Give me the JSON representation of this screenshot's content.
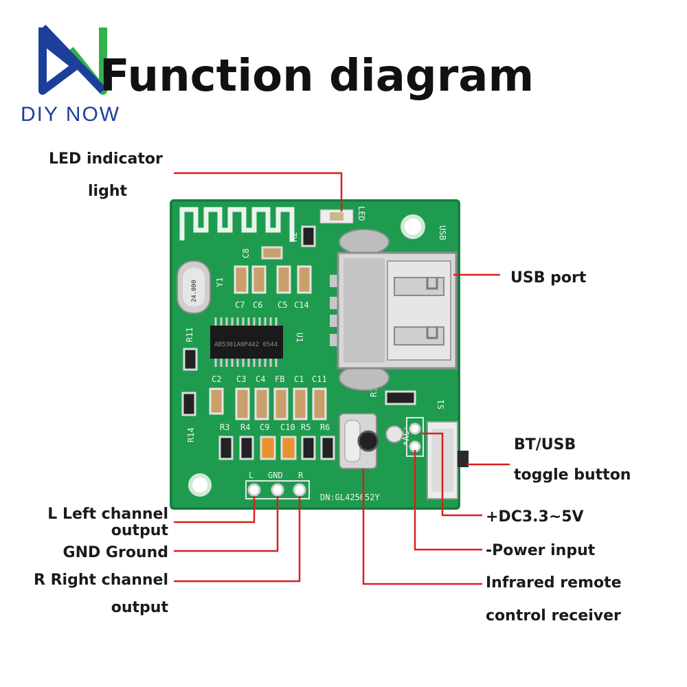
{
  "title": "Function diagram",
  "brand": {
    "name": "DIY NOW",
    "colors": {
      "blue": "#1c3f9a",
      "green": "#2fb34a"
    }
  },
  "callouts": {
    "led": [
      "LED indicator",
      "light"
    ],
    "usb": [
      "USB port"
    ],
    "toggle": [
      "BT/USB",
      "toggle button"
    ],
    "dc": [
      "+DC3.3~5V"
    ],
    "power": [
      "-Power input"
    ],
    "ir": [
      "Infrared remote",
      "control receiver"
    ],
    "left": [
      "L Left channel",
      "output"
    ],
    "gnd": [
      "GND Ground"
    ],
    "right": [
      "R Right channel",
      "output"
    ]
  },
  "board": {
    "colors": {
      "pcb": "#1e9b4f",
      "leader": "#d91f1f"
    },
    "silk": {
      "led": "LED",
      "usb": "USB",
      "r2": "R2",
      "c8": "C8",
      "y1": "Y1",
      "crystal": "24.000",
      "c7": "C7",
      "c6": "C6",
      "c5": "C5",
      "c14": "C14",
      "r11": "R11",
      "u1": "U1",
      "chip": "AB5301A0P442 0544",
      "c2": "C2",
      "c3": "C3",
      "c4": "C4",
      "fb": "FB",
      "c1": "C1",
      "c11": "C11",
      "r1": "R1",
      "s1": "S1",
      "r14": "R14",
      "r3": "R3",
      "r4": "R4",
      "c9": "C9",
      "c10": "C10",
      "r5": "R5",
      "r6": "R6",
      "pin_l": "L",
      "pin_gnd": "GND",
      "pin_r": "R",
      "power": "-5V+",
      "serial": "DN:GL425052Y"
    }
  }
}
